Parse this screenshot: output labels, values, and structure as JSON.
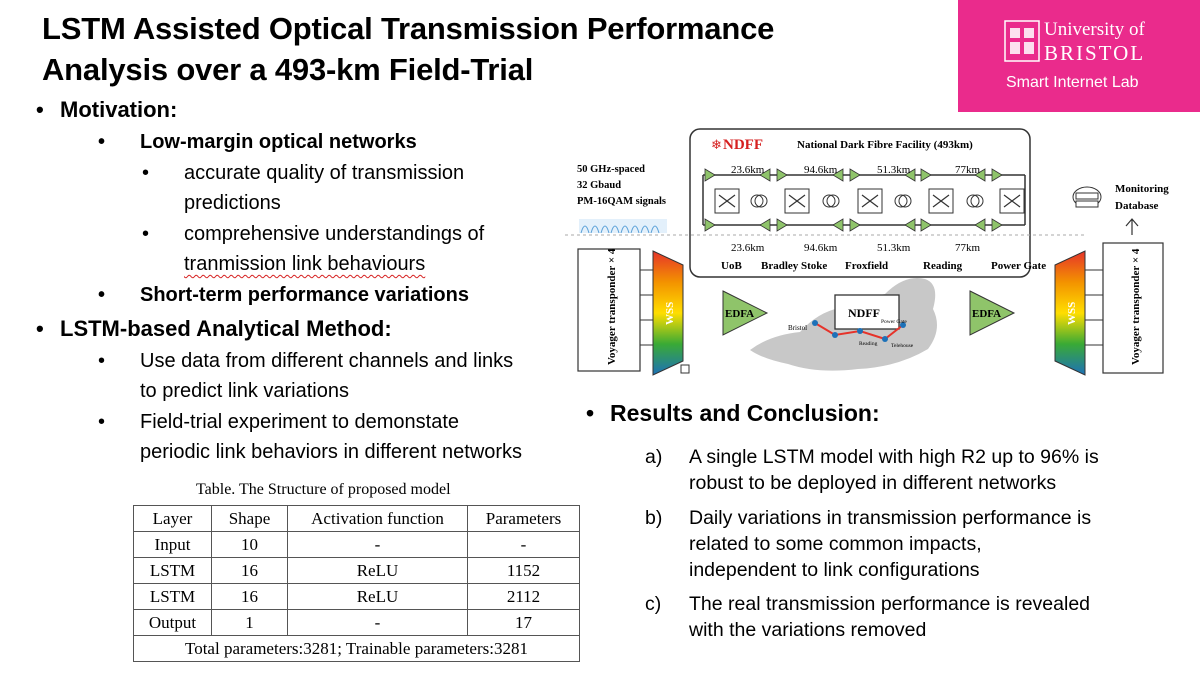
{
  "header": {
    "title_line1": "LSTM Assisted Optical Transmission Performance",
    "title_line2": "Analysis over a 493-km Field-Trial"
  },
  "logo": {
    "university_line1": "University of",
    "university_line2": "BRISTOL",
    "lab": "Smart Internet Lab"
  },
  "bullets": {
    "motivation": "Motivation:",
    "low_margin": "Low-margin optical networks",
    "accurate_1": "accurate quality of transmission",
    "accurate_2": "predictions",
    "comprehensive_1": "comprehensive understandings of",
    "comprehensive_2": "tranmission link behaviours",
    "short_term": "Short-term performance variations",
    "lstm_method": "LSTM-based Analytical Method:",
    "use_data_1": "Use data from different channels and links",
    "use_data_2": "to predict link variations",
    "field_trial_1": "Field-trial experiment to demonstate",
    "field_trial_2": "periodic link behaviors in different networks"
  },
  "results": {
    "heading": "Results and Conclusion:",
    "items": [
      {
        "label": "a)",
        "line1": "A single LSTM model with high R2 up to 96% is",
        "line2": "robust to be deployed in different networks",
        "line3": ""
      },
      {
        "label": "b)",
        "line1": "Daily variations in transmission performance is",
        "line2": "related to some common impacts,",
        "line3": "independent to link configurations"
      },
      {
        "label": "c)",
        "line1": "The real transmission performance is revealed",
        "line2": "with the variations removed",
        "line3": ""
      }
    ]
  },
  "table": {
    "caption": "Table. The Structure of proposed model",
    "headers": [
      "Layer",
      "Shape",
      "Activation function",
      "Parameters"
    ],
    "rows": [
      [
        "Input",
        "10",
        "-",
        "-"
      ],
      [
        "LSTM",
        "16",
        "ReLU",
        "1152"
      ],
      [
        "LSTM",
        "16",
        "ReLU",
        "2112"
      ],
      [
        "Output",
        "1",
        "-",
        "17"
      ]
    ],
    "footer": "Total parameters:3281; Trainable parameters:3281"
  },
  "diagram": {
    "ndff_logo": "NDFF",
    "facility": "National Dark Fibre Facility (493km)",
    "signal_1": "50 GHz-spaced",
    "signal_2": "32 Gbaud",
    "signal_3": "PM-16QAM signals",
    "spans": [
      "23.6km",
      "94.6km",
      "51.3km",
      "77km"
    ],
    "nodes": [
      "UoB",
      "Bradley Stoke",
      "Froxfield",
      "Reading",
      "Power Gate"
    ],
    "monitoring_1": "Monitoring",
    "monitoring_2": "Database",
    "voyager": "Voyager transponder × 4",
    "wss": "WSS",
    "edfa": "EDFA",
    "ndff_box": "NDFF",
    "map_bristol": "Bristol",
    "map_powergate": "Power Gate",
    "map_reading": "Reading",
    "map_telehouse": "Telehouse"
  },
  "colors": {
    "brand_pink": "#ea2b8c",
    "edfa_green": "#8fc46a",
    "spell_red": "#d62020"
  }
}
